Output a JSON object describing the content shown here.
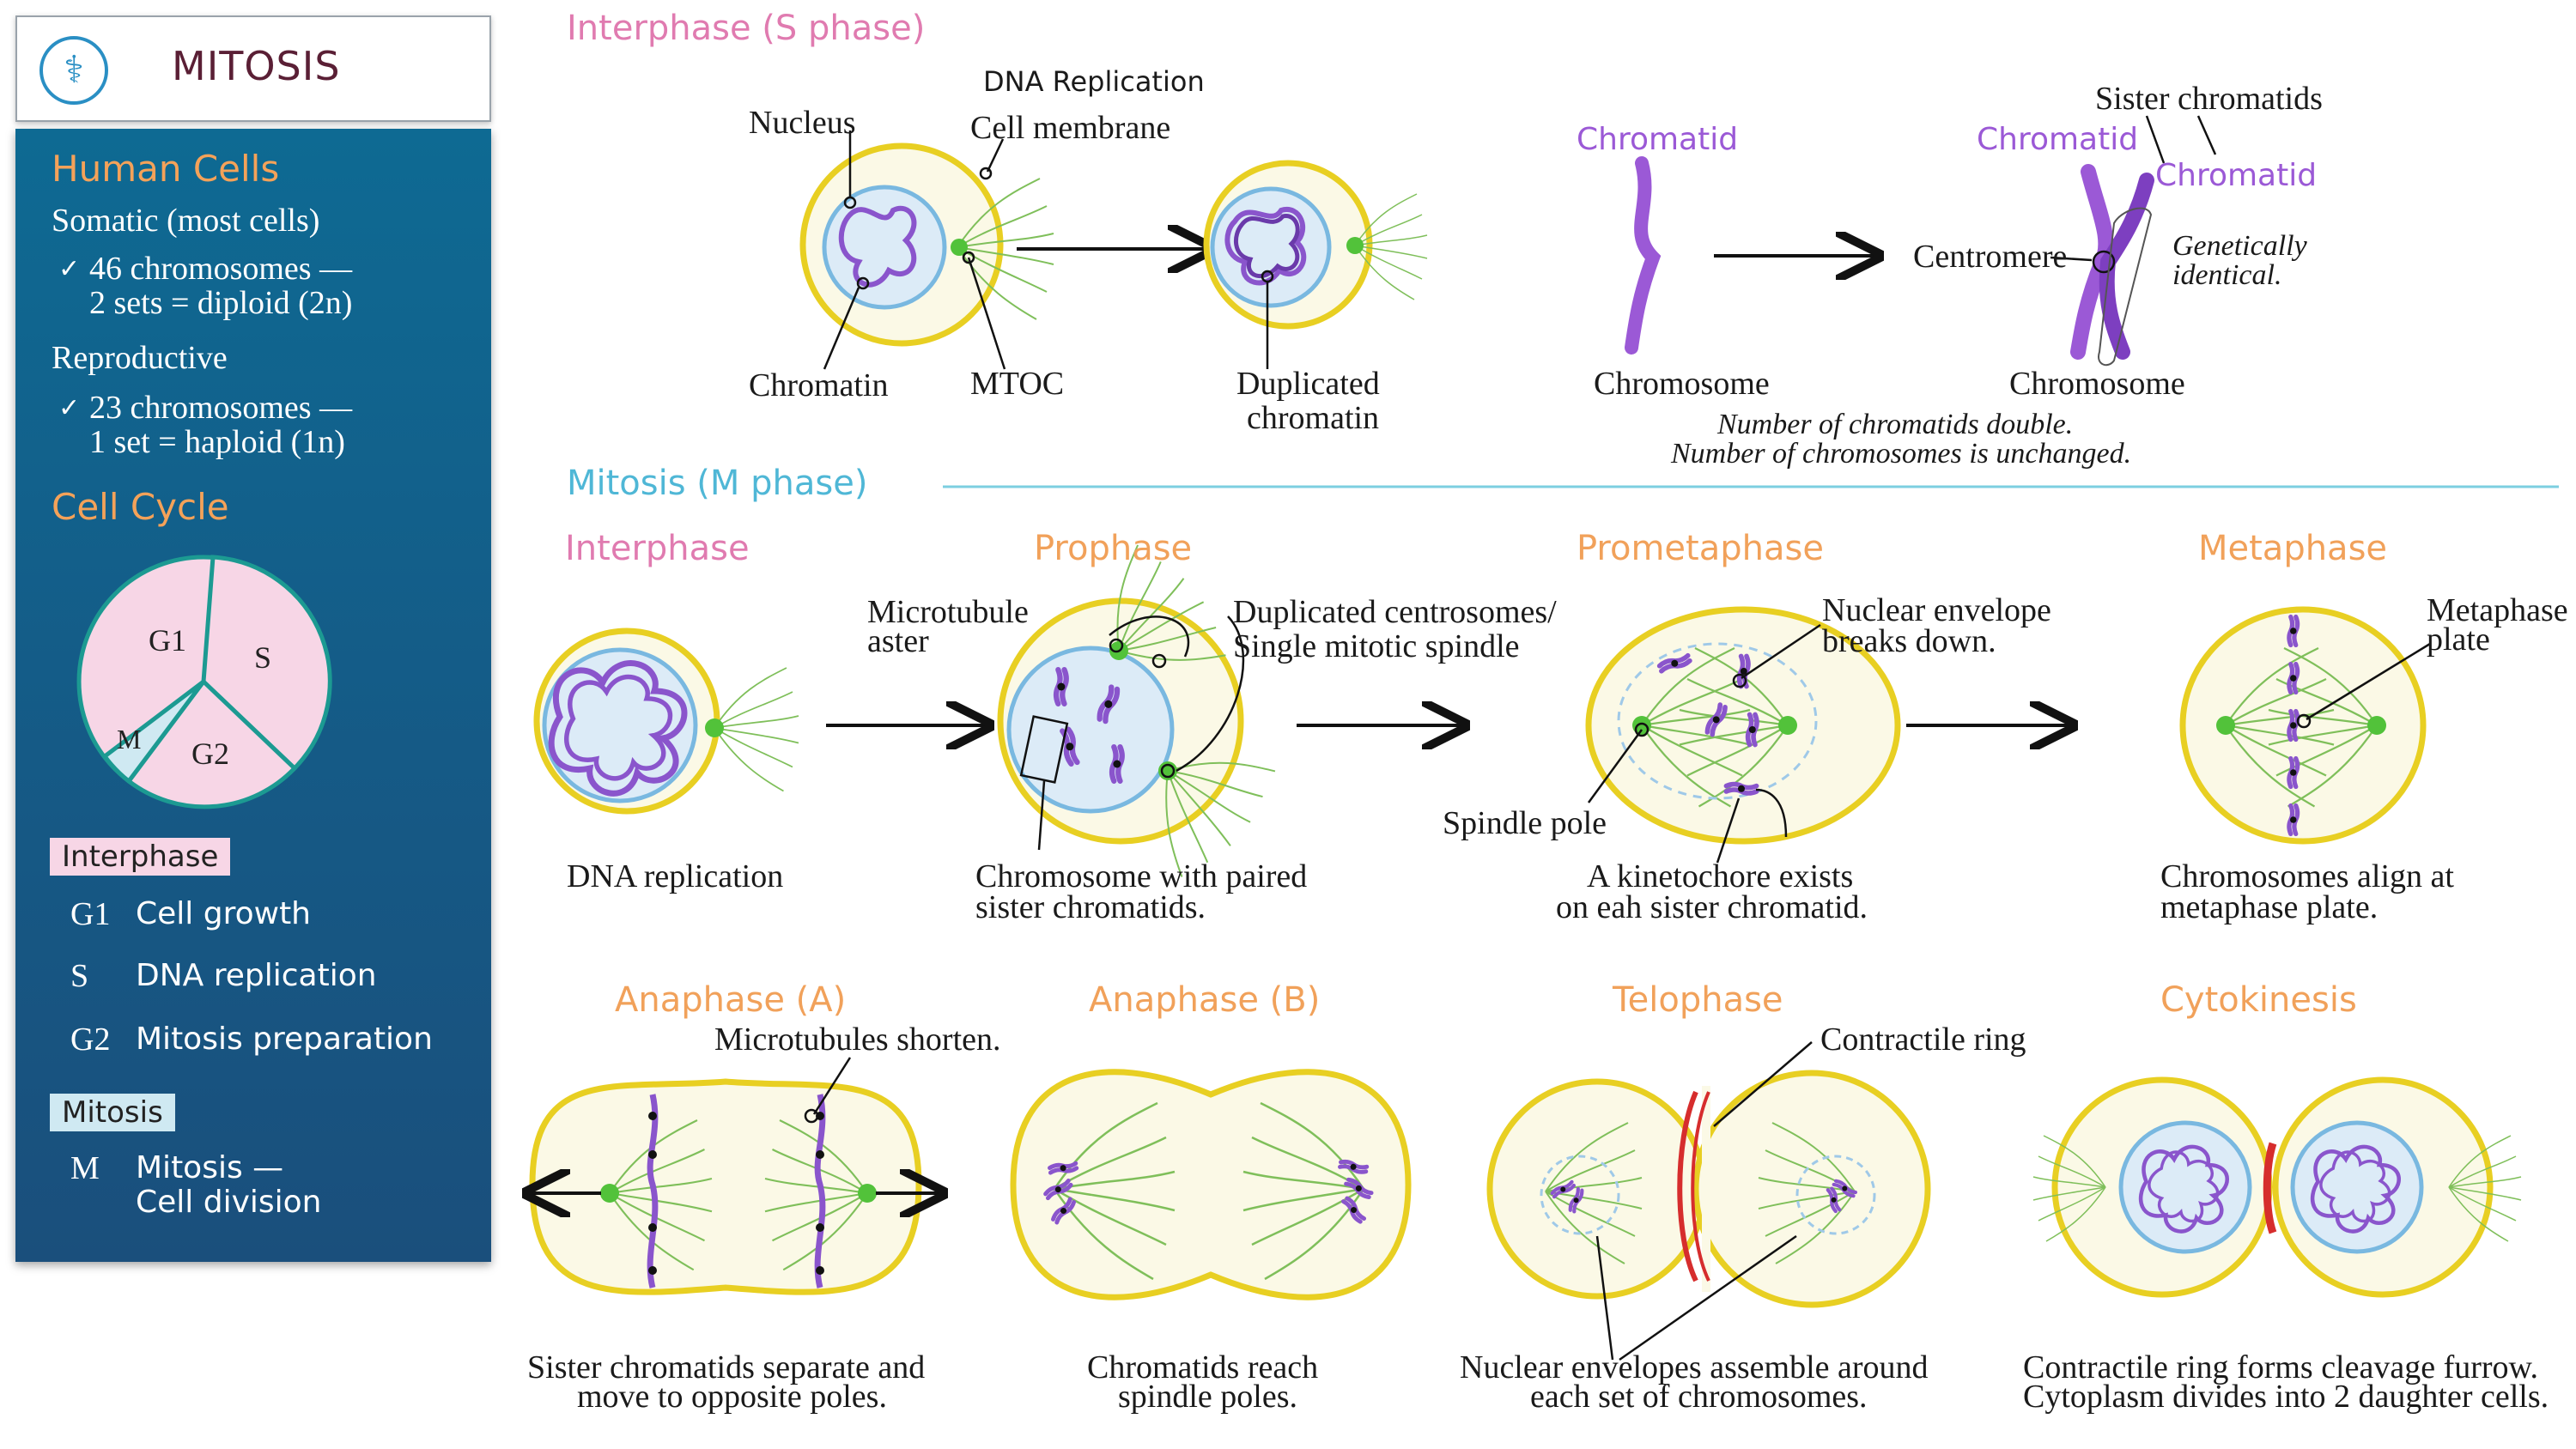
{
  "header": {
    "title": "MITOSIS",
    "logo_icon": "caduceus-icon"
  },
  "sidebar": {
    "human_cells": {
      "heading": "Human Cells",
      "somatic_label": "Somatic (most cells)",
      "somatic_line1": "46 chromosomes —",
      "somatic_line2": "2 sets = diploid (2n)",
      "repro_label": "Reproductive",
      "repro_line1": "23 chromosomes —",
      "repro_line2": "1 set = haploid (1n)"
    },
    "cell_cycle": {
      "heading": "Cell Cycle",
      "pie": {
        "G1": "G1",
        "S": "S",
        "G2": "G2",
        "M": "M"
      }
    },
    "interphase": {
      "badge": "Interphase",
      "rows": [
        {
          "key": "G1",
          "desc": "Cell growth"
        },
        {
          "key": "S",
          "desc": "DNA replication"
        },
        {
          "key": "G2",
          "desc": "Mitosis preparation"
        }
      ]
    },
    "mitosis": {
      "badge": "Mitosis",
      "key": "M",
      "desc1": "Mitosis —",
      "desc2": "Cell division"
    }
  },
  "s_phase": {
    "title": "Interphase (S phase)",
    "dna_replication": "DNA Replication",
    "nucleus": "Nucleus",
    "cell_membrane": "Cell membrane",
    "chromatin": "Chromatin",
    "mtoc": "MTOC",
    "duplicated1": "Duplicated",
    "duplicated2": "chromatin",
    "chromatid_left": "Chromatid",
    "chromosome_left": "Chromosome",
    "sister_chromatids": "Sister chromatids",
    "chromatid_a": "Chromatid",
    "chromatid_b": "Chromatid",
    "centromere": "Centromere",
    "genetically1": "Genetically",
    "genetically2": "identical.",
    "chromosome_right": "Chromosome",
    "note1": "Number of chromatids double.",
    "note2": "Number of chromosomes is unchanged."
  },
  "m_phase": {
    "title": "Mitosis (M phase)",
    "interphase": {
      "title": "Interphase",
      "caption": "DNA  replication"
    },
    "prophase": {
      "title": "Prophase",
      "aster1": "Microtubule",
      "aster2": "aster",
      "centrosomes1": "Duplicated centrosomes/",
      "centrosomes2": "Single mitotic spindle",
      "caption1": "Chromosome with paired",
      "caption2": "sister chromatids."
    },
    "prometaphase": {
      "title": "Prometaphase",
      "envelope1": "Nuclear envelope",
      "envelope2": "breaks down.",
      "spindle_pole": "Spindle pole",
      "caption1": "A kinetochore exists",
      "caption2": "on eah sister chromatid."
    },
    "metaphase": {
      "title": "Metaphase",
      "plate1": "Metaphase",
      "plate2": "plate",
      "caption1": "Chromosomes align at",
      "caption2": "metaphase plate."
    },
    "anaphase_a": {
      "title": "Anaphase (A)",
      "shorten": "Microtubules shorten.",
      "caption1": "Sister chromatids separate and",
      "caption2": "move to opposite poles."
    },
    "anaphase_b": {
      "title": "Anaphase (B)",
      "caption1": "Chromatids reach",
      "caption2": "spindle poles."
    },
    "telophase": {
      "title": "Telophase",
      "ring": "Contractile ring",
      "caption1": "Nuclear envelopes assemble around",
      "caption2": "each set of chromosomes."
    },
    "cytokinesis": {
      "title": "Cytokinesis",
      "caption1": "Contractile ring forms cleavage furrow.",
      "caption2": "Cytoplasm divides into 2 daughter cells."
    }
  },
  "colors": {
    "cell_outline": "#e8cf22",
    "cytoplasm": "#fbf9e6",
    "nucleus": "#dcebf7",
    "nucleus_border": "#79b8e0",
    "chromosome": "#8a55cc",
    "spindle": "#7fbf5a",
    "centrosome": "#52c23a",
    "contractile_ring": "#d62d2d",
    "stage_title": "#f1a15a",
    "pink_title": "#e07bb0",
    "blue_title": "#4fb7d6",
    "sidebar_bg": "#155a86",
    "sidebar_heading": "#f4a259",
    "pie_fill": "#f7d6e6",
    "pie_stroke": "#1c9a92"
  }
}
